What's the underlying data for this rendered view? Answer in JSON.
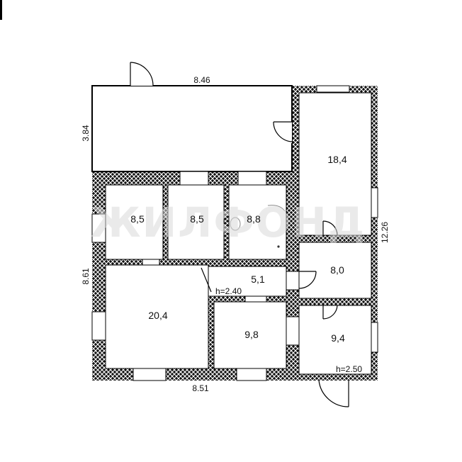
{
  "plan": {
    "dimensions": {
      "top_width": "8.46",
      "bottom_width": "8.51",
      "left_upper": "3.84",
      "left_lower": "8.61",
      "right_total": "12.26"
    },
    "rooms": [
      {
        "id": "room-18-4",
        "area": "18,4"
      },
      {
        "id": "room-8-5-a",
        "area": "8,5"
      },
      {
        "id": "room-8-5-b",
        "area": "8,5"
      },
      {
        "id": "room-8-8",
        "area": "8,8"
      },
      {
        "id": "room-8-0",
        "area": "8,0"
      },
      {
        "id": "room-5-1",
        "area": "5,1"
      },
      {
        "id": "room-20-4",
        "area": "20,4"
      },
      {
        "id": "room-9-8",
        "area": "9,8"
      },
      {
        "id": "room-9-4",
        "area": "9,4"
      }
    ],
    "ceiling_heights": {
      "corridor": "h=2.40",
      "corner_room": "h=2.50"
    },
    "watermark": "ЖИЛФОНД",
    "colors": {
      "wall_fill": "#111111",
      "wall_hatch": "#ffffff",
      "line": "#000000",
      "background": "#ffffff"
    }
  }
}
